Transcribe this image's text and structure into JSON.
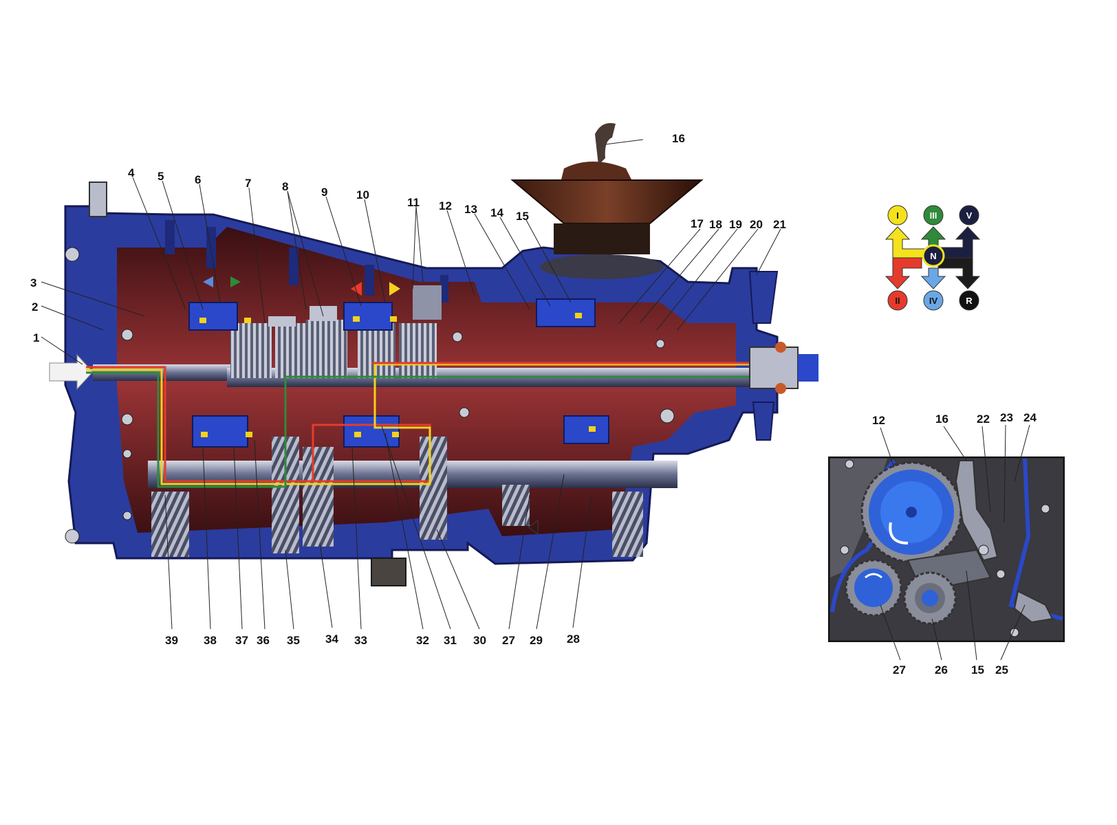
{
  "main_callouts": [
    "1",
    "2",
    "3",
    "4",
    "5",
    "6",
    "7",
    "8",
    "9",
    "10",
    "11",
    "12",
    "13",
    "14",
    "15",
    "16",
    "17",
    "18",
    "19",
    "20",
    "21",
    "27",
    "28",
    "29",
    "30",
    "31",
    "32",
    "33",
    "34",
    "35",
    "36",
    "37",
    "38",
    "39"
  ],
  "inset_callouts": [
    "12",
    "16",
    "22",
    "23",
    "24",
    "27",
    "26",
    "15",
    "25"
  ],
  "shift_pattern": {
    "gears_top": [
      "I",
      "III",
      "V"
    ],
    "gears_bottom": [
      "II",
      "IV",
      "R"
    ],
    "neutral": "N"
  },
  "colors": {
    "casing": "#2b3c9f",
    "casing_dark": "#1a2470",
    "interior": "#8b2c2e",
    "interior_dark": "#4a1416",
    "path_red": "#e53b2c",
    "path_yellow": "#f4d21c",
    "path_green": "#2f8a3a",
    "gear_I": "#f4e21c",
    "gear_II": "#e53b2c",
    "gear_III": "#2f8a3a",
    "gear_IV": "#6aa7e6",
    "gear_V": "#1c2040",
    "gear_R": "#111111"
  }
}
